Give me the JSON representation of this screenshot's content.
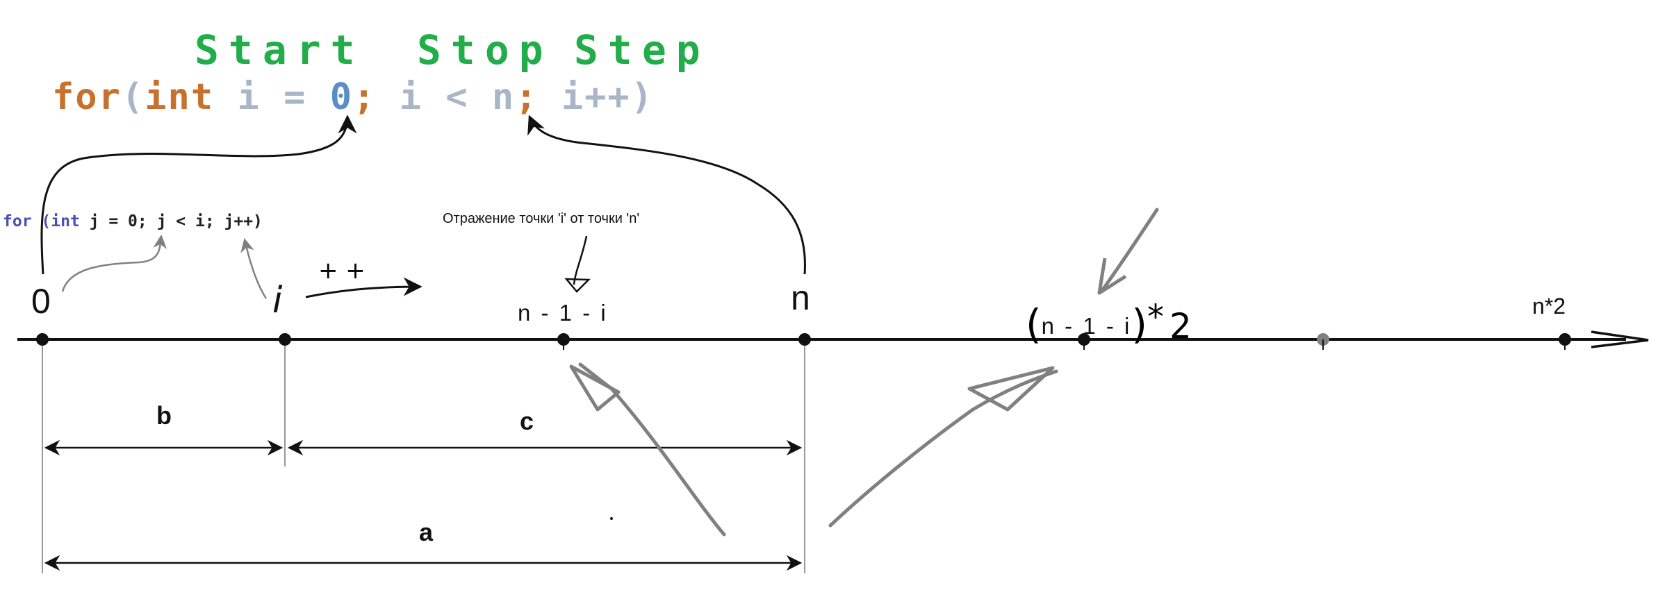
{
  "header": {
    "start": "Start",
    "stop": "Stop",
    "step": "Step"
  },
  "outer_loop": {
    "kw_for": "for",
    "open": "(",
    "kw_int": "int",
    "init_var": "i =",
    "init_val": "0",
    "sep1": ";",
    "cond_var": "i <",
    "cond_limit": "n",
    "sep2": ";",
    "step": "i++",
    "close": ")"
  },
  "inner_loop": {
    "kw_for": "for",
    "kw_int": "(int",
    "rest": "j = 0; j < i; j++)"
  },
  "annotation": "Отражение точки 'i' от точки 'n'",
  "axis_points": {
    "zero": "0",
    "i": "i",
    "increment": "+ +",
    "reflection": "n - 1 - i",
    "n": "n",
    "double_open": "(",
    "double_expr": "n - 1 - i",
    "double_close": ")",
    "double_star": "*",
    "double_factor": "2",
    "end": "n*2"
  },
  "dimensions": {
    "b": "b",
    "c": "c",
    "a": "a"
  },
  "colors": {
    "heading": "#22ad4a",
    "keyword": "#c8702e",
    "identifier": "#a9b6c8",
    "number": "#5b8fc4",
    "inner_keyword": "#4b4fb5",
    "gray_marker": "#808080",
    "ink": "#111111"
  }
}
